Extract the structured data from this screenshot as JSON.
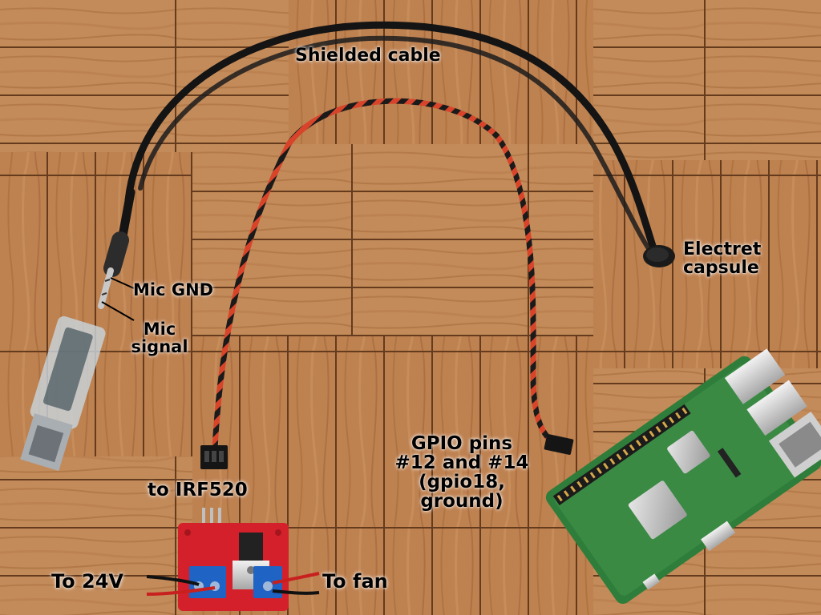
{
  "image": {
    "subject": "photo",
    "colors": {
      "wood_light": "#d79a63",
      "wood_dark": "#a86838",
      "board_green": "#2f7d3a",
      "module_red": "#d4202a",
      "terminal_blue": "#1f63c4"
    }
  },
  "labels": {
    "shielded_cable": "Shielded cable",
    "electret_line1": "Electret",
    "electret_line2": "capsule",
    "mic_gnd": "Mic GND",
    "mic_signal_line1": "Mic",
    "mic_signal_line2": "signal",
    "gpio_line1": "GPIO pins",
    "gpio_line2": "#12 and #14",
    "gpio_line3": "(gpio18,",
    "gpio_line4": "ground)",
    "to_irf520": "to IRF520",
    "to_24v": "To 24V",
    "to_fan": "To fan"
  }
}
